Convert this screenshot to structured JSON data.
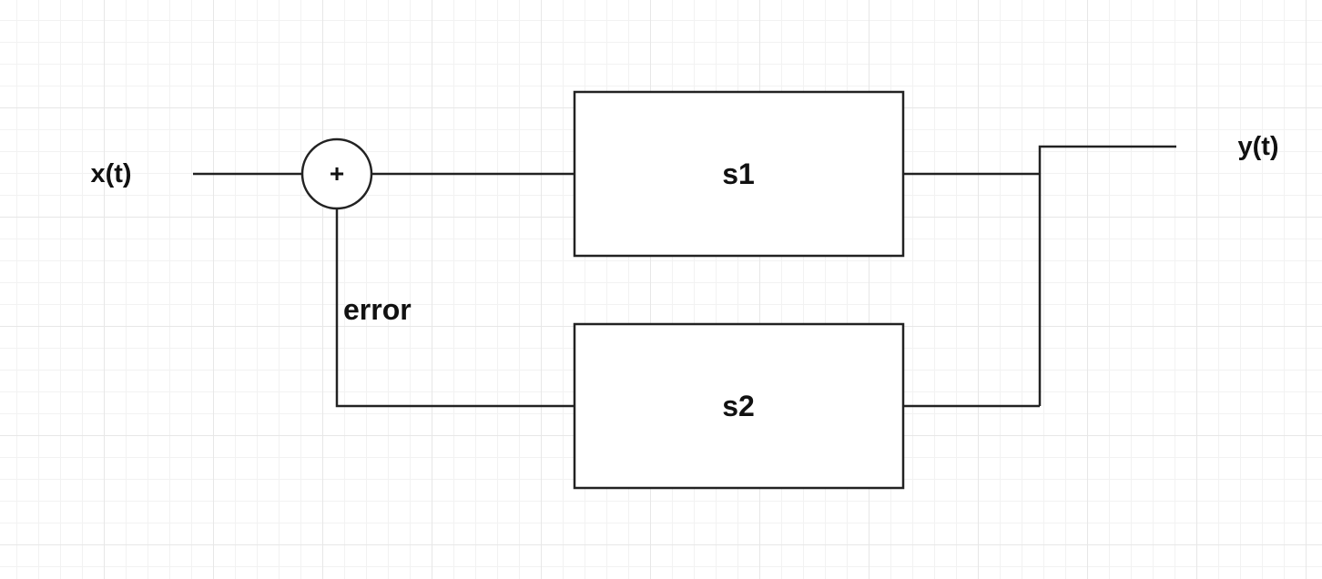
{
  "diagram": {
    "input_label": "x(t)",
    "output_label": "y(t)",
    "summer_symbol": "+",
    "feedback_label": "error",
    "block_top_label": "s1",
    "block_bottom_label": "s2"
  }
}
